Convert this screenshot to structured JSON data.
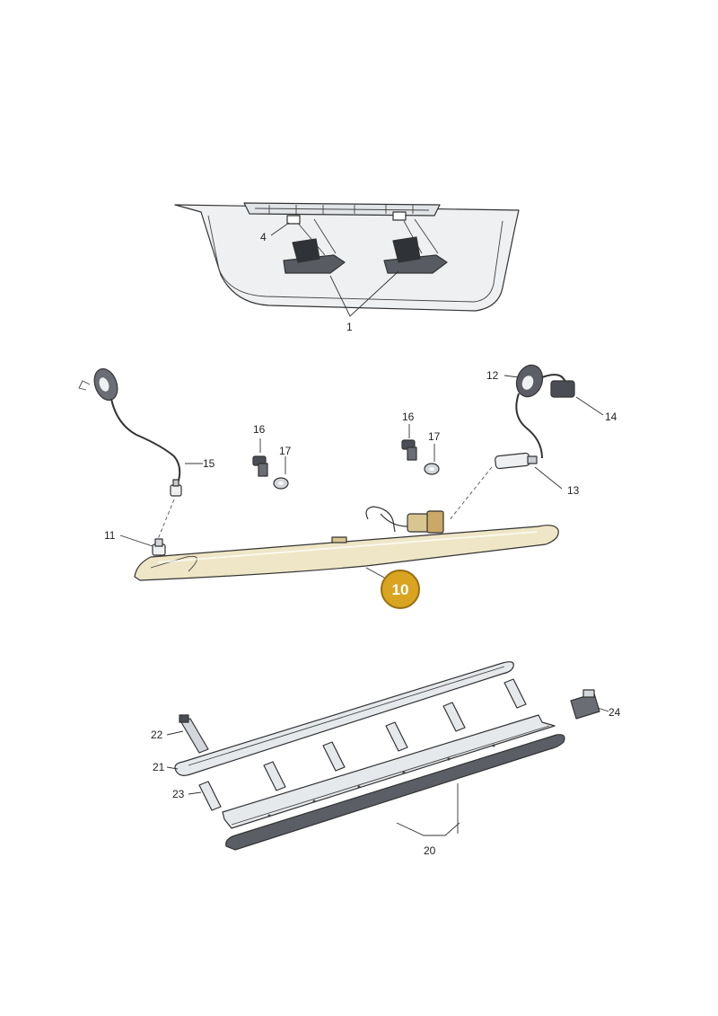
{
  "colors": {
    "highlight_fill": "#d9a520",
    "highlight_stroke": "#9a6e10",
    "highlight_part": "#eee6c6",
    "part_fill": "#e6e9ec",
    "part_dark": "#4a4e54"
  },
  "callouts": {
    "c1": "1",
    "c4": "4",
    "c10": "10",
    "c11": "11",
    "c12": "12",
    "c13": "13",
    "c14": "14",
    "c15": "15",
    "c16a": "16",
    "c16b": "16",
    "c17a": "17",
    "c17b": "17",
    "c20": "20",
    "c21": "21",
    "c22": "22",
    "c23": "23",
    "c24": "24"
  }
}
